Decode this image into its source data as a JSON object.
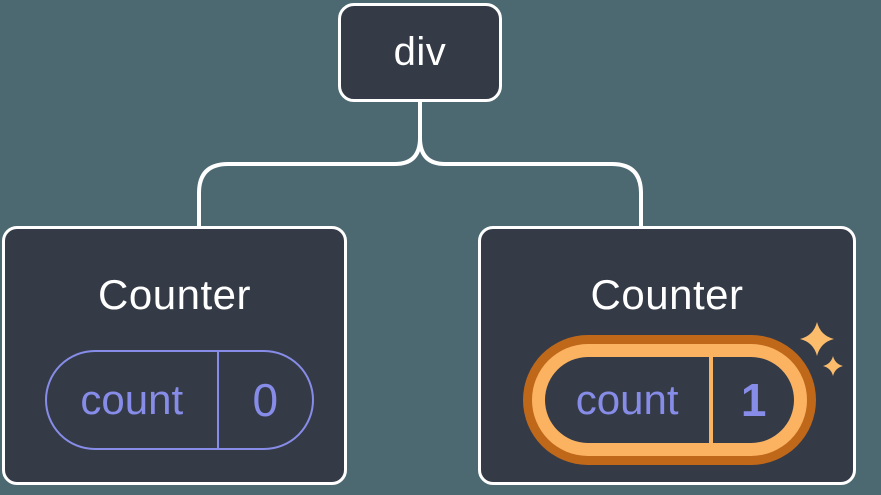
{
  "diagram_type": "react-component-tree",
  "tree": {
    "root": {
      "label": "div"
    },
    "children": [
      {
        "title": "Counter",
        "state_key": "count",
        "state_value": "0",
        "highlighted": false
      },
      {
        "title": "Counter",
        "state_key": "count",
        "state_value": "1",
        "highlighted": true
      }
    ]
  },
  "icons": {
    "sparkles": "four-point-sparkles"
  },
  "colors": {
    "background": "#4C6972",
    "node_fill": "#343B47",
    "node_border": "#FFFFFF",
    "connector": "#FFFFFF",
    "state_accent": "#878CE8",
    "highlight_ring_outer": "#C0681A",
    "highlight_ring_inner": "#FBB362",
    "sparkle": "#FBBD6C"
  }
}
